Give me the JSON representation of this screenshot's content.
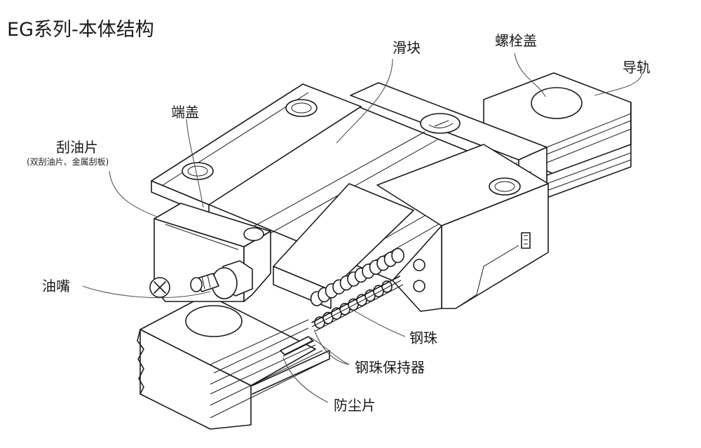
{
  "title": "EG系列-本体结构",
  "labels": {
    "slider": "滑块",
    "bolt_cap": "螺栓盖",
    "rail": "导轨",
    "end_cap": "端盖",
    "scraper": "刮油片",
    "scraper_note": "(双刮油片、金属刮板)",
    "grease_nipple": "油嘴",
    "steel_ball": "钢珠",
    "ball_retainer": "钢珠保持器",
    "dust_seal": "防尘片"
  }
}
